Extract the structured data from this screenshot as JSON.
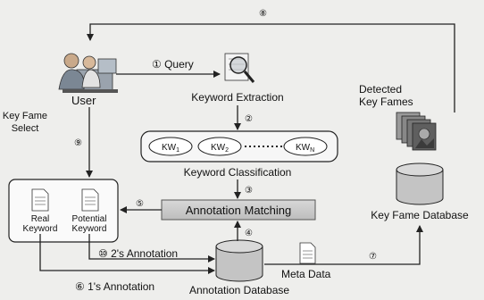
{
  "nodes": {
    "user": "User",
    "keyword_extraction": "Keyword Extraction",
    "keyword_classification": "Keyword Classification",
    "kw1": "KW",
    "kw1_sub": "1",
    "kw2": "KW",
    "kw2_sub": "2",
    "kwn": "KW",
    "kwn_sub": "N",
    "annotation_matching": "Annotation Matching",
    "annotation_database": "Annotation Database",
    "key_fame_database": "Key Fame Database",
    "detected_key_fames_line1": "Detected",
    "detected_key_fames_line2": "Key Fames",
    "real_keyword_line1": "Real",
    "real_keyword_line2": "Keyword",
    "potential_keyword_line1": "Potential",
    "potential_keyword_line2": "Keyword",
    "meta_data": "Meta Data",
    "key_fame_select_line1": "Key Fame",
    "key_fame_select_line2": "Select"
  },
  "steps": {
    "s1": "① Query",
    "s2": "②",
    "s3": "③",
    "s4": "④",
    "s5": "⑤",
    "s6": "⑥ 1's Annotation",
    "s7": "⑦",
    "s8": "⑧",
    "s9": "⑨",
    "s10": "⑩ 2's Annotation"
  },
  "colors": {
    "background": "#eeeeec",
    "matching_box": "#c8c8c8",
    "database": "#c4c4c4"
  }
}
